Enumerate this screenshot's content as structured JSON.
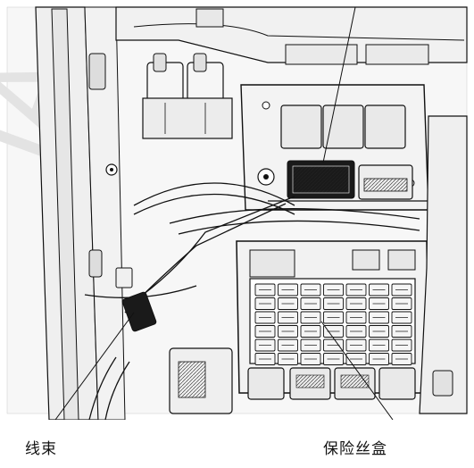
{
  "labels": {
    "harness": "线束",
    "fuse_box": "保险丝盒"
  },
  "watermark": {
    "text": "JA",
    "color": "#d8d8d8"
  },
  "colors": {
    "line": "#111111",
    "fill_light": "#f4f4f4",
    "fill_mid": "#e2e2e2",
    "fill_dark": "#b9b9b9",
    "connector_black": "#1a1a1a"
  },
  "icons": {
    "fuse": "fuse-icon",
    "connector": "connector-icon",
    "relay": "relay-icon"
  }
}
